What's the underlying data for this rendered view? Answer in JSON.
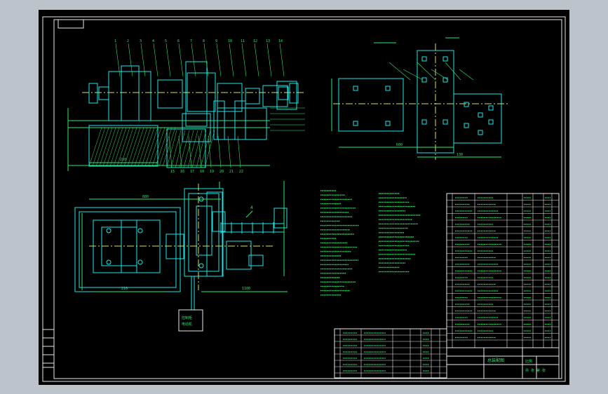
{
  "colors": {
    "background": "#000000",
    "border": "#e8e8e8",
    "outline": "#21e6e6",
    "text": "#2fe66b",
    "center_line": "#d8e060",
    "outer_frame": "#bcc3ca"
  },
  "side_view": {
    "dim_left": "210",
    "balloons_top": [
      "1",
      "2",
      "3",
      "4",
      "5",
      "6",
      "7",
      "8",
      "9",
      "10",
      "11",
      "12",
      "13",
      "14"
    ],
    "balloons_bottom": [
      "15",
      "16",
      "17",
      "18",
      "19",
      "20",
      "21",
      "22"
    ]
  },
  "detail_view": {
    "dim_bottom": "600",
    "dim_mid": "130"
  },
  "plan_view": {
    "dim_top": "880",
    "dim_left_bottom": "210",
    "dim_right_bottom": "1100",
    "callout": "4"
  },
  "control_box": {
    "label_1": "控制柜",
    "label_2": "电动机"
  },
  "title_block": {
    "drawing_title": "总装配图",
    "scale_label": "比例",
    "sheet_label": "共 张 第 张"
  }
}
